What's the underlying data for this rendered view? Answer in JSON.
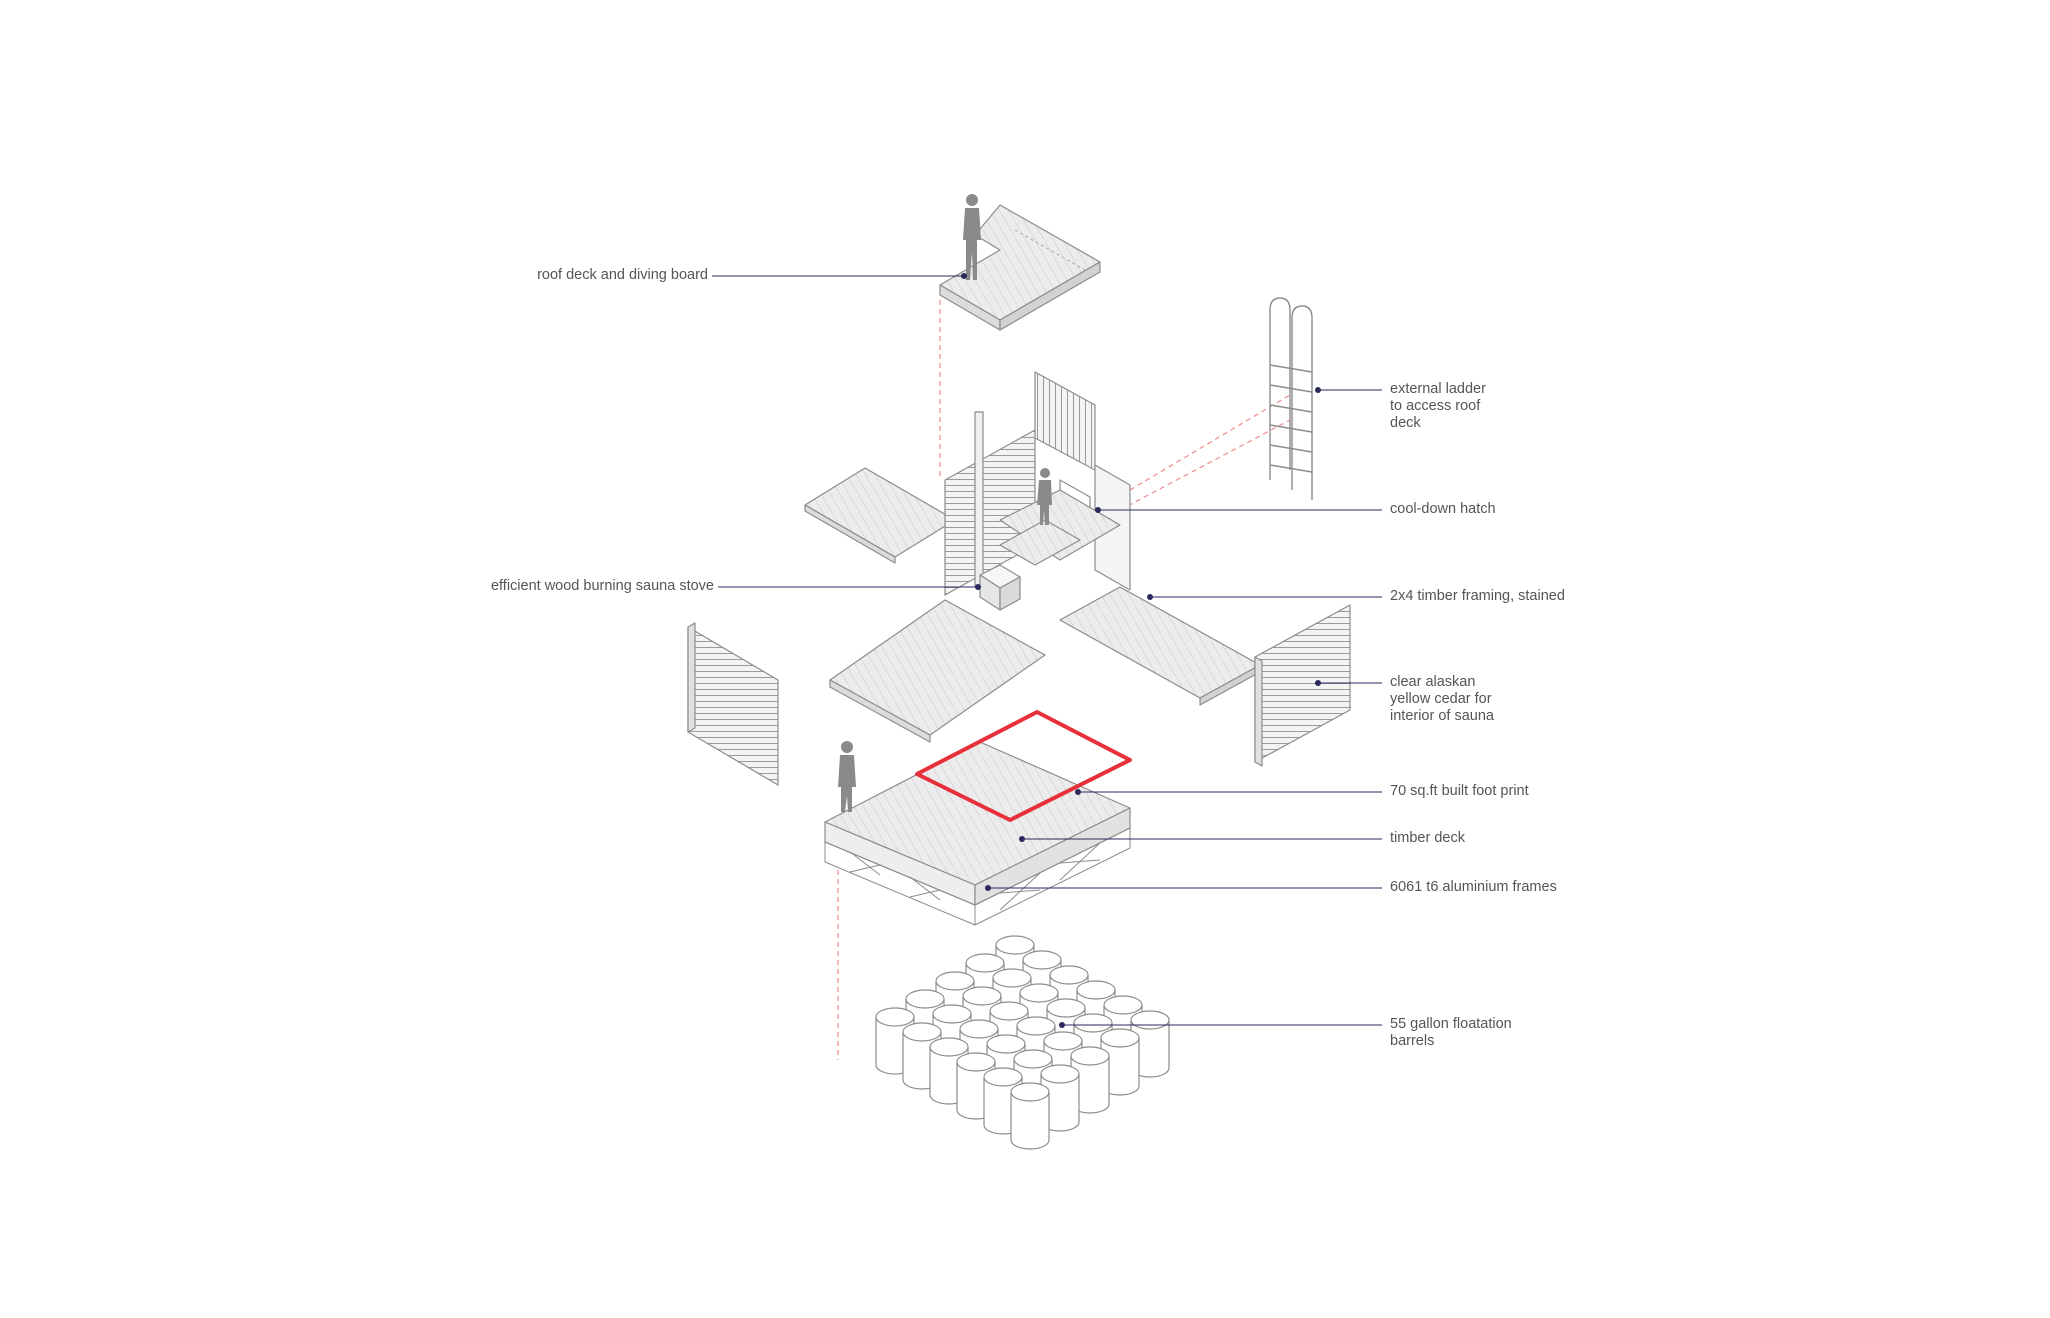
{
  "title": "",
  "colors": {
    "line": "#8c8c8c",
    "fill": "#ececec",
    "leader": "#2b2a5c",
    "dot": "#2b2a5c",
    "dashed": "#f08a8a",
    "footprint": "#e8303a",
    "text": "#555555"
  },
  "labels": {
    "roof_deck": "roof deck and diving board",
    "ladder": "external ladder\nto access roof\ndeck",
    "hatch": "cool-down hatch",
    "stove": "efficient wood burning sauna stove",
    "framing": "2x4 timber framing, stained",
    "cedar": "clear alaskan\nyellow cedar for\ninterior of sauna",
    "footprint": "70 sq.ft built foot print",
    "timber_deck": "timber deck",
    "aluminium": "6061 t6 aluminium frames",
    "barrels": "55 gallon floatation\nbarrels"
  }
}
